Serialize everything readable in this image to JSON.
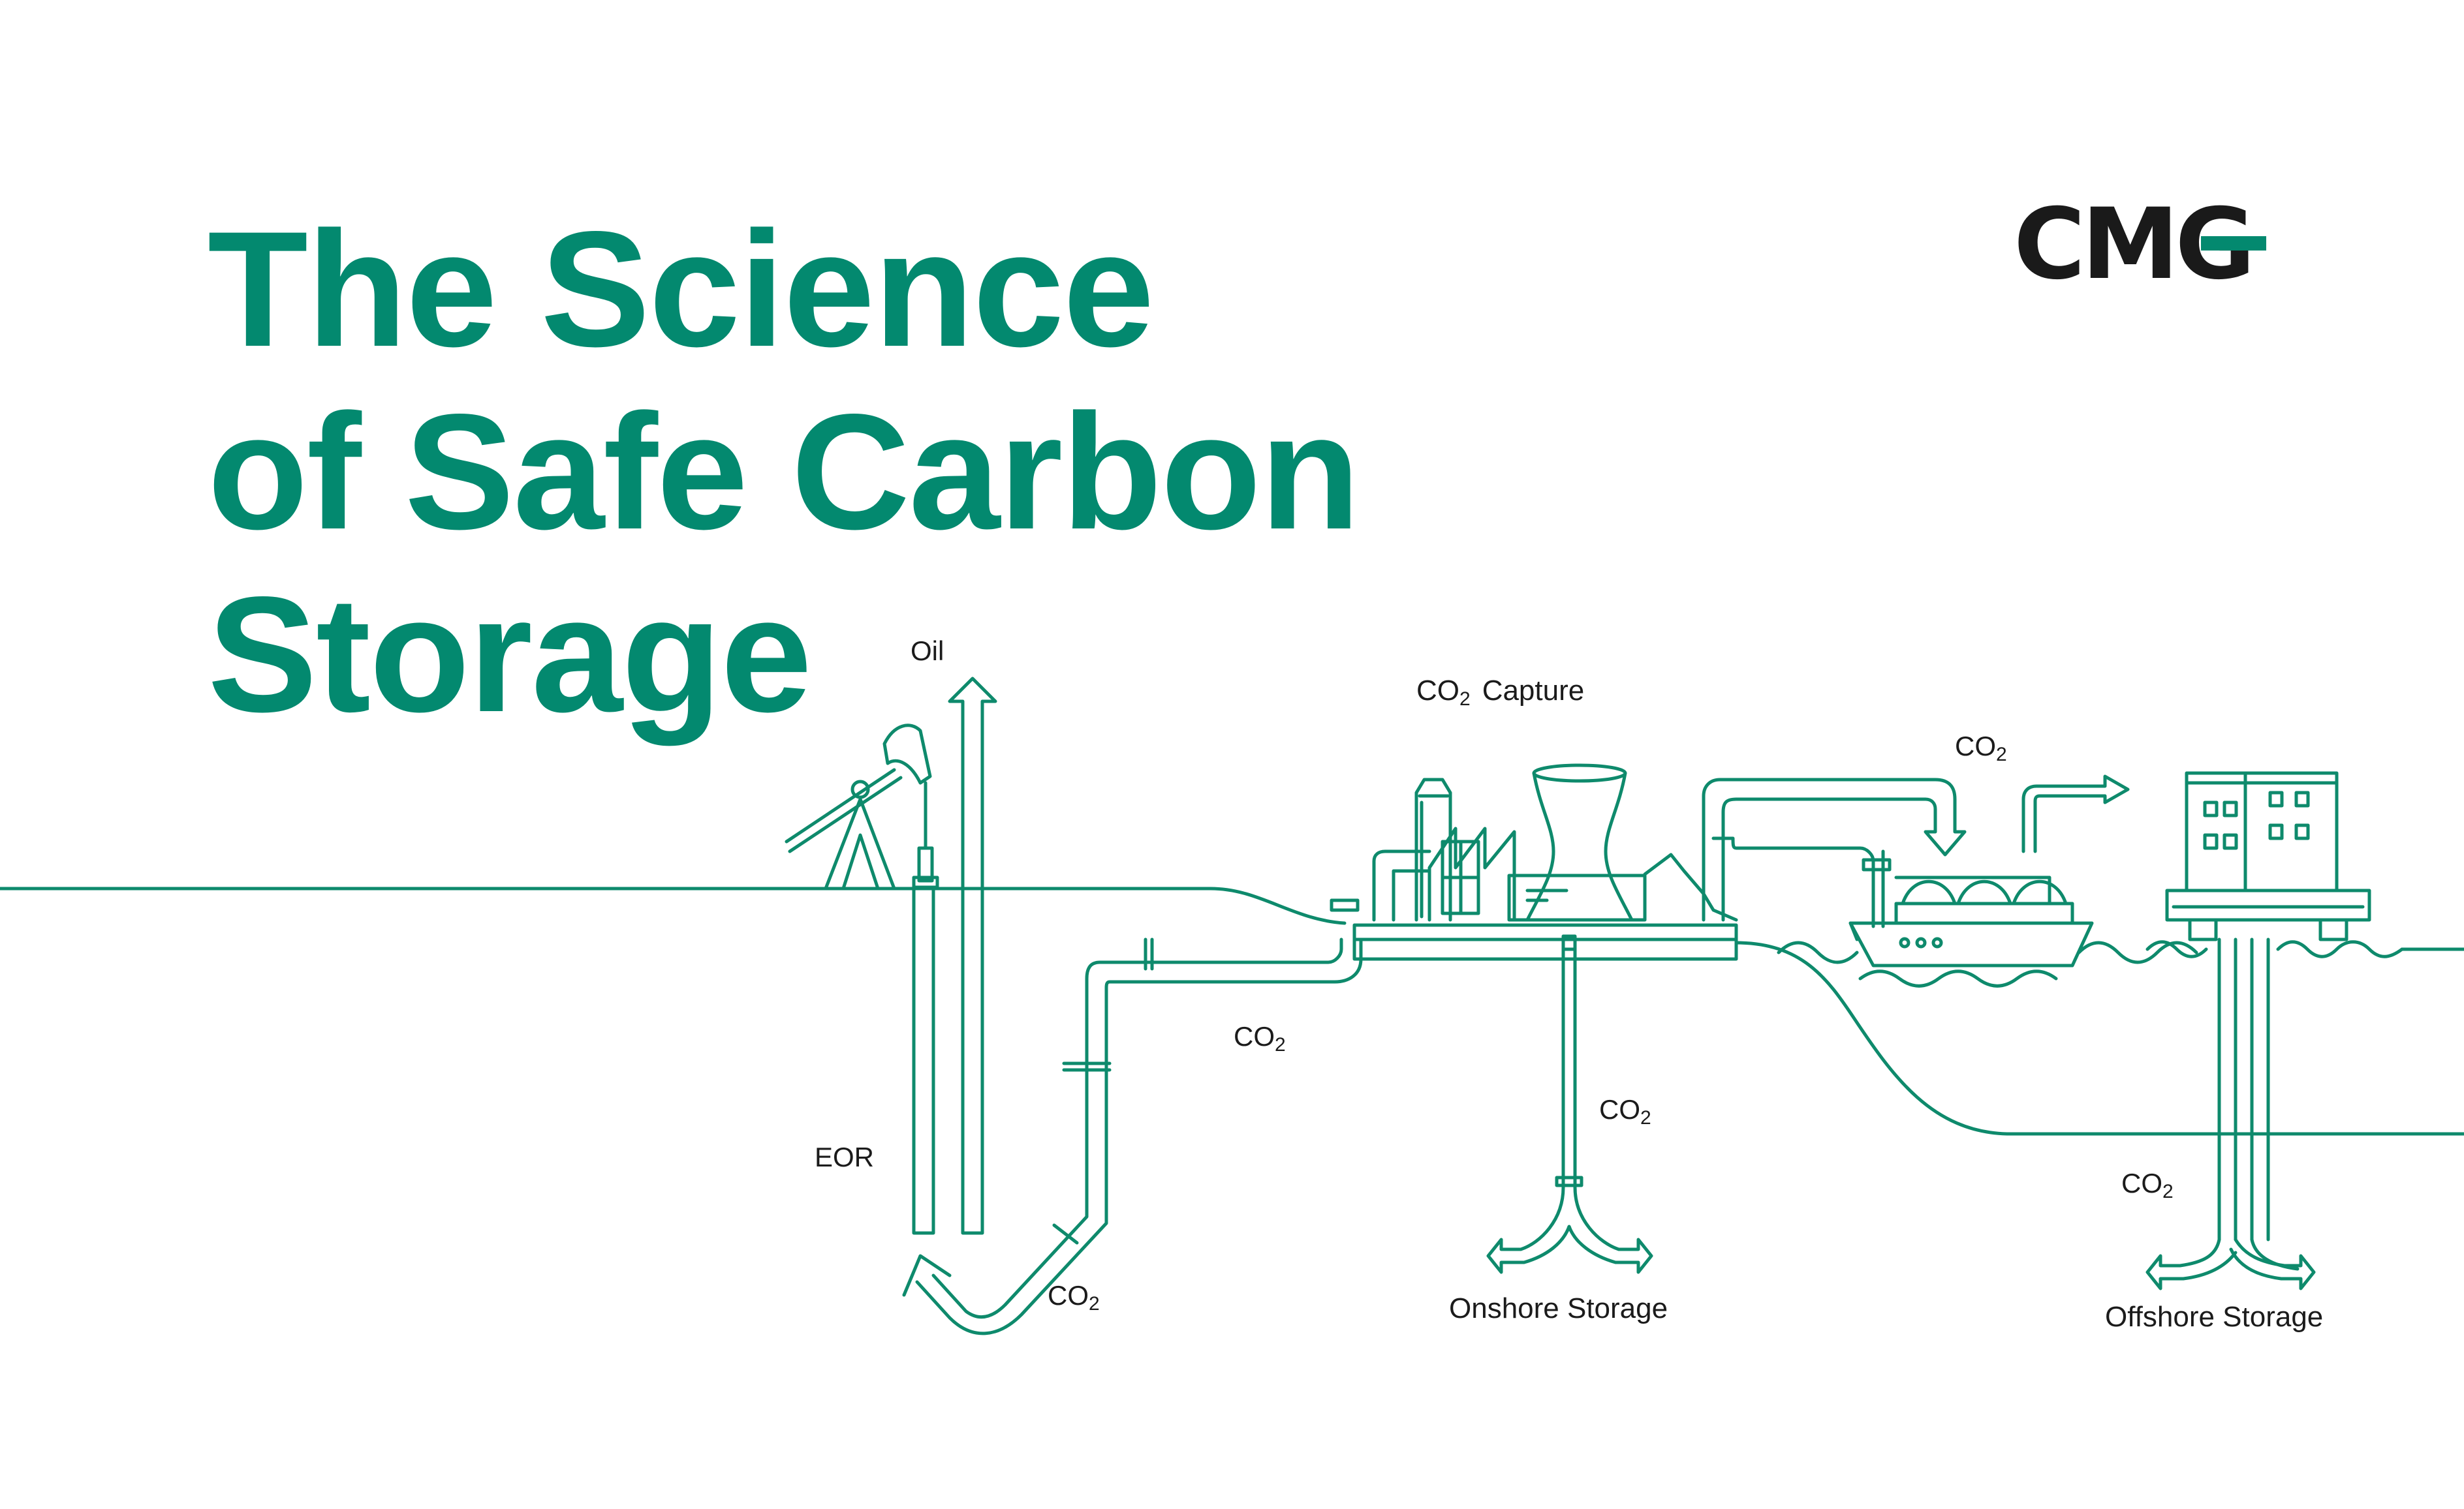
{
  "title": {
    "line1": "The Science",
    "line2": "of Safe Carbon",
    "line3": "Storage"
  },
  "logo": {
    "text": "CMG"
  },
  "colors": {
    "brand_green": "#03896f",
    "diagram_line": "#0e8a6c",
    "text_dark": "#1b1b1b"
  },
  "labels": {
    "oil": "Oil",
    "eor": "EOR",
    "co2_capture_prefix": "CO",
    "co2_capture_sub": "2",
    "co2_capture_word": "Capture",
    "co2_pipeline_prefix": "CO",
    "co2_pipeline_sub": "2",
    "co2_eor_prefix": "CO",
    "co2_eor_sub": "2",
    "co2_onshore_prefix": "CO",
    "co2_onshore_sub": "2",
    "co2_ship_prefix": "CO",
    "co2_ship_sub": "2",
    "co2_offshore_prefix": "CO",
    "co2_offshore_sub": "2",
    "onshore_storage": "Onshore Storage",
    "offshore_storage": "Offshore Storage"
  },
  "icons": {
    "pumpjack": "pumpjack-icon",
    "factory": "factory-icon",
    "cooling_tower": "cooling-tower-icon",
    "ship": "ship-icon",
    "platform": "offshore-platform-icon"
  }
}
